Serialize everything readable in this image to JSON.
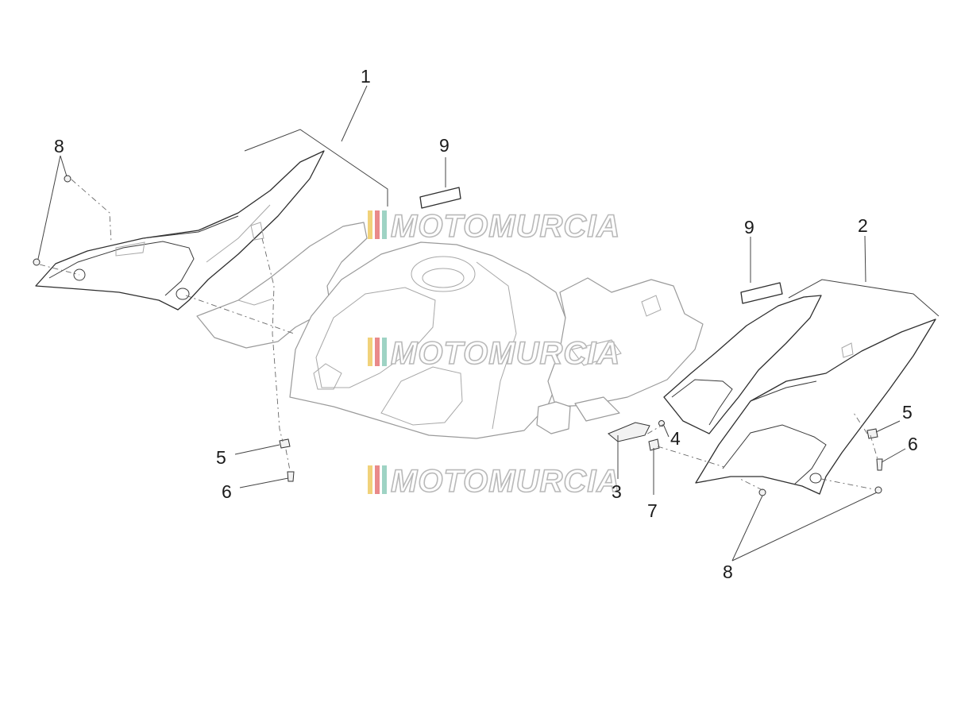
{
  "callouts": {
    "c1": "1",
    "c2": "2",
    "c3": "3",
    "c4": "4",
    "c5_left": "5",
    "c5_right": "5",
    "c6_left": "6",
    "c6_right": "6",
    "c7": "7",
    "c8_left": "8",
    "c8_right": "8",
    "c9_left": "9",
    "c9_right": "9"
  },
  "watermark": {
    "text": "MOTOMURCIA",
    "stripe_colors": [
      "#f1d27a",
      "#e98a8a",
      "#9ed3c4"
    ]
  },
  "colors": {
    "line": "#9a9a9a",
    "hardware": "#2e2e2e",
    "label": "#1a1a1a"
  }
}
